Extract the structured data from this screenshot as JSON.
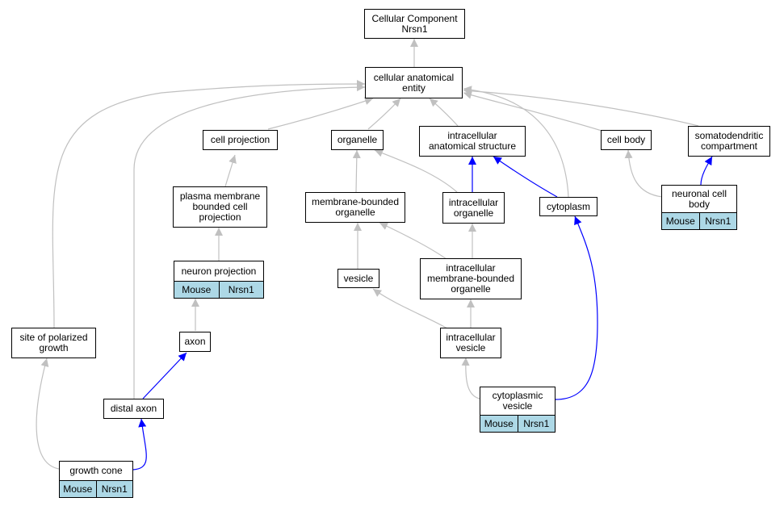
{
  "nodes": {
    "root": {
      "lines": [
        "Cellular Component",
        "Nrsn1"
      ]
    },
    "cae": {
      "lines": [
        "cellular anatomical",
        "entity"
      ]
    },
    "cellproj": {
      "lines": [
        "cell projection"
      ]
    },
    "organelle": {
      "lines": [
        "organelle"
      ]
    },
    "ias": {
      "lines": [
        "intracellular",
        "anatomical structure"
      ]
    },
    "cellbody": {
      "lines": [
        "cell body"
      ]
    },
    "somato": {
      "lines": [
        "somatodendritic",
        "compartment"
      ]
    },
    "pmbcp": {
      "lines": [
        "plasma membrane",
        "bounded cell",
        "projection"
      ]
    },
    "mbo": {
      "lines": [
        "membrane-bounded",
        "organelle"
      ]
    },
    "io": {
      "lines": [
        "intracellular",
        "organelle"
      ]
    },
    "cytoplasm": {
      "lines": [
        "cytoplasm"
      ]
    },
    "ncb": {
      "lines": [
        "neuronal cell",
        "body"
      ],
      "tags": [
        "Mouse",
        "Nrsn1"
      ]
    },
    "np": {
      "lines": [
        "neuron projection"
      ],
      "tags": [
        "Mouse",
        "Nrsn1"
      ]
    },
    "vesicle": {
      "lines": [
        "vesicle"
      ]
    },
    "imbo": {
      "lines": [
        "intracellular",
        "membrane-bounded",
        "organelle"
      ]
    },
    "spg": {
      "lines": [
        "site of polarized",
        "growth"
      ]
    },
    "axon": {
      "lines": [
        "axon"
      ]
    },
    "iv": {
      "lines": [
        "intracellular",
        "vesicle"
      ]
    },
    "cv": {
      "lines": [
        "cytoplasmic",
        "vesicle"
      ],
      "tags": [
        "Mouse",
        "Nrsn1"
      ]
    },
    "distal": {
      "lines": [
        "distal axon"
      ]
    },
    "gc": {
      "lines": [
        "growth cone"
      ],
      "tags": [
        "Mouse",
        "Nrsn1"
      ]
    }
  },
  "colors": {
    "is_a_edge": "#c0c0c0",
    "part_of_edge": "#0000ff",
    "tag_background": "#add8e6",
    "node_border": "#000000"
  }
}
